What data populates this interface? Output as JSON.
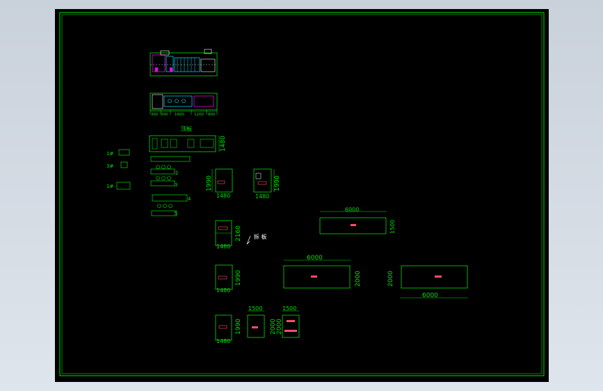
{
  "drawing": {
    "labels": {
      "top_plate_title": "顶板",
      "split_plate_title": "拆 板",
      "part_1a": "1#",
      "part_3": "3#",
      "part_1b": "1#",
      "row_2": "2",
      "row_3": "3",
      "row_4": "4",
      "row_5": "5"
    },
    "dimensions": {
      "elev_dim_a": "300",
      "elev_dim_b": "300",
      "elev_dim_c": "1600",
      "elev_dim_d": "1200",
      "elev_dim_e": "800",
      "top_plate_height": "1480",
      "panel_a_height": "1990",
      "panel_a_width": "1480",
      "panel_b_height": "1990",
      "panel_b_width": "1480",
      "small_rect_width": "6000",
      "small_rect_height": "1500",
      "panel_c_height": "2160",
      "panel_c_width": "1480",
      "big_rect_a_width": "6000",
      "big_rect_a_height": "2000",
      "big_rect_b_height": "2000",
      "big_rect_b_width": "6000",
      "panel_d_height": "1990",
      "panel_d_width": "1480",
      "panel_e_height": "1990",
      "panel_e_width": "1480",
      "panel_f_width": "1500",
      "panel_f_height": "2000",
      "panel_g_width": "1500",
      "panel_g_height": "2000"
    },
    "colors": {
      "background": "#000000",
      "outline": "#00ff00",
      "annotation": "#ff4d6d",
      "frame": "#00e000",
      "cyan": "#00e0ff",
      "magenta": "#ff00ff",
      "white": "#ffffff",
      "viewport": "#d6dde6"
    }
  }
}
